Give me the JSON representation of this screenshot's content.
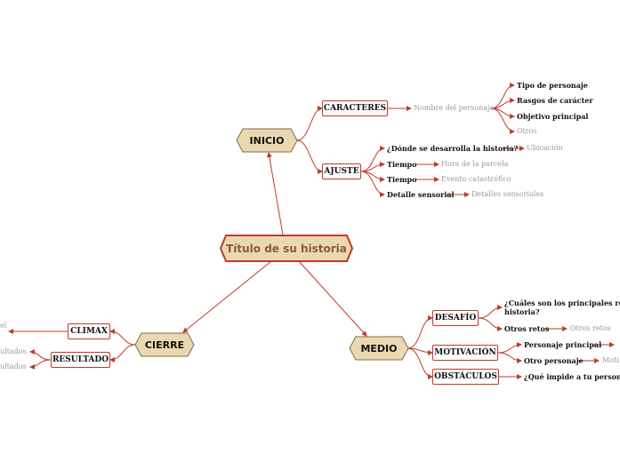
{
  "colors": {
    "line": "#c0392b",
    "hex_fill": "#ead8b1",
    "hex_stroke": "#7d6a4a",
    "center_stroke": "#c0392b"
  },
  "center": {
    "title": "Título de su historia"
  },
  "inicio": {
    "label": "INICIO",
    "caracteres": {
      "label": "CARACTERES",
      "nombre": "Nombre del personaje",
      "items": [
        "Tipo de personaje",
        "Rasgos de carácter",
        "Objetivo principal",
        "Otros"
      ]
    },
    "ajuste": {
      "label": "AJUSTE",
      "rows": [
        {
          "q": "¿Dónde se desarrolla la historia?",
          "a": "Ubicación"
        },
        {
          "q": "Tiempo",
          "a": "Hora de la parcela"
        },
        {
          "q": "Tiempo",
          "a": "Evento catastrófico"
        },
        {
          "q": "Detalle sensorial",
          "a": "Detalles sensoriales"
        }
      ]
    }
  },
  "medio": {
    "label": "MEDIO",
    "desafio": {
      "label": "DESAFÍO",
      "question_line1": "¿Cuáles son los principales retos d",
      "question_line2": "historia?",
      "otros_retos": "Otros retos",
      "otros_retos_value": "Otros retos"
    },
    "motivacion": {
      "label": "MOTIVACIÓN",
      "principal": "Personaje principal",
      "otro": "Otro personaje",
      "otro_value": "Moti"
    },
    "obstaculos": {
      "label": "OBSTÁCULOS",
      "question": "¿Qué impide a tu personaje"
    }
  },
  "cierre": {
    "label": "CIERRE",
    "climax": {
      "label": "CLIMAX",
      "text": "el"
    },
    "resultado": {
      "label": "RESULTADO",
      "items": [
        "ultados",
        "ultados"
      ]
    }
  }
}
